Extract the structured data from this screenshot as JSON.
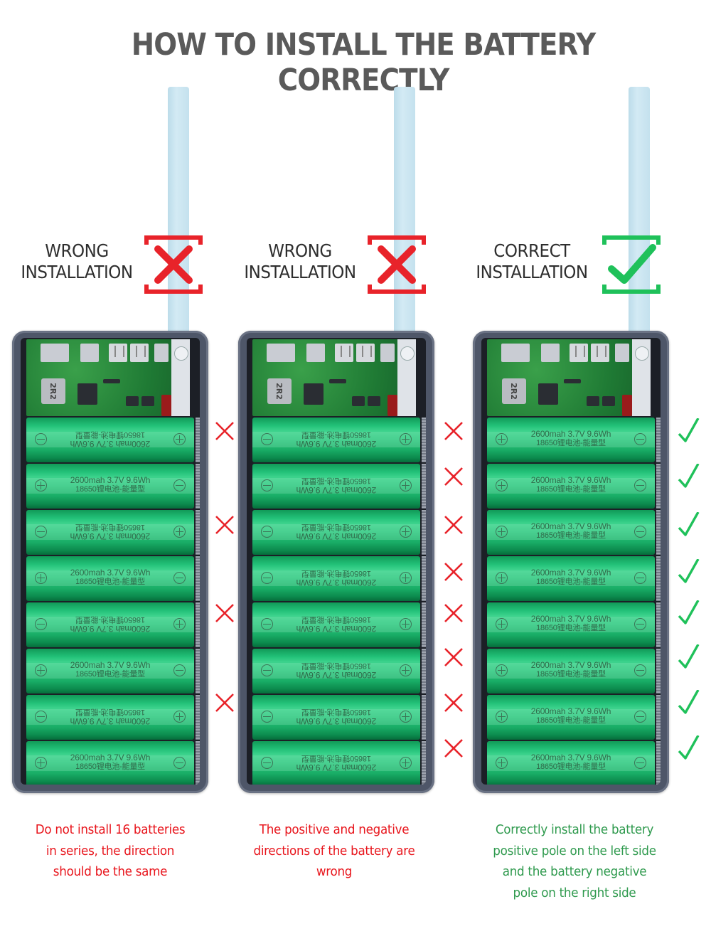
{
  "page": {
    "title": "HOW TO INSTALL THE BATTERY CORRECTLY"
  },
  "colors": {
    "wrong": "#e8232a",
    "correct": "#1fc15a",
    "caption_wrong": "#e8151c",
    "caption_correct": "#2f9a4e",
    "battery": "#22c178"
  },
  "battery_spec": {
    "line1": "2600mah  3.7V  9.6Wh",
    "line2": "18650锂电池-能量型"
  },
  "board": {
    "inductor_label": "2R2"
  },
  "panels": [
    {
      "id": "panel-1",
      "status": "wrong",
      "label_line1": "WRONG",
      "label_line2": "INSTALLATION",
      "status_icon": "x-mark-icon",
      "battery_orientation": [
        "flipped",
        "normal",
        "flipped",
        "normal",
        "flipped",
        "normal",
        "flipped",
        "normal"
      ],
      "row_marks": [
        "x",
        "",
        "x",
        "",
        "x",
        "",
        "x",
        ""
      ],
      "caption_lines": [
        "Do not install 16 batteries",
        "in series, the direction",
        "should be the same"
      ]
    },
    {
      "id": "panel-2",
      "status": "wrong",
      "label_line1": "WRONG",
      "label_line2": "INSTALLATION",
      "status_icon": "x-mark-icon",
      "battery_orientation": [
        "flipped",
        "flipped",
        "flipped",
        "flipped",
        "flipped",
        "flipped",
        "flipped",
        "flipped"
      ],
      "row_marks": [
        "x",
        "x",
        "x",
        "x",
        "x",
        "x",
        "x",
        "x"
      ],
      "caption_lines": [
        "The positive and negative",
        "directions of the battery are",
        "wrong"
      ]
    },
    {
      "id": "panel-3",
      "status": "correct",
      "label_line1": "CORRECT",
      "label_line2": "INSTALLATION",
      "status_icon": "check-mark-icon",
      "battery_orientation": [
        "normal",
        "normal",
        "normal",
        "normal",
        "normal",
        "normal",
        "normal",
        "normal"
      ],
      "row_marks": [
        "check",
        "check",
        "check",
        "check",
        "check",
        "check",
        "check",
        "check"
      ],
      "caption_lines": [
        "Correctly install the battery",
        "positive pole on the left side",
        "and the battery negative",
        "pole on the right side"
      ]
    }
  ]
}
